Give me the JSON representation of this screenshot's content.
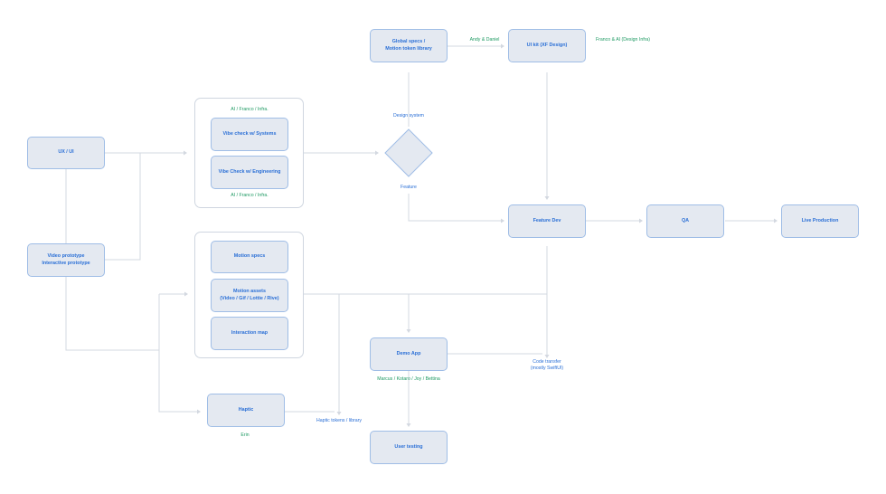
{
  "nodes": {
    "ux_ui": "UX / UI",
    "video_prototype": "Video prototype\nInteractive prototype",
    "vibe_systems": "Vibe check w/ Systems",
    "vibe_engineering": "Vibe Check w/ Engineering",
    "motion_specs": "Motion specs",
    "motion_assets": "Motion assets\n(Video / Gif / Lottie / Rive)",
    "interaction_map": "Interaction map",
    "haptic": "Haptic",
    "global_specs": "Global specs /\nMotion token library",
    "ui_kit": "UI kit (XF Design)",
    "feature_dev": "Feature Dev",
    "qa": "QA",
    "live_production": "Live Production",
    "demo_app": "Demo App",
    "user_testing": "User testing"
  },
  "labels": {
    "owners_top": "AI / Franco / Infra.",
    "owners_bottom": "AI / Franco / Infra.",
    "design_system": "Design system",
    "feature": "Feature",
    "andy_daniel": "Andy & Daniel",
    "franco_ai": "Franco & AI (Design Infra)",
    "code_transfer": "Code transfer\n(mostly SwiftUI)",
    "demo_owners": "Marcus / Kotaro / Joy / Bettina",
    "haptic_tokens": "Haptic tokens / library",
    "erin": "Erin"
  },
  "colors": {
    "node_fill": "#e4e9f1",
    "node_border": "#9fbde6",
    "node_text": "#2a6fd6",
    "owner_text": "#1f9a63",
    "connector": "#d3d8e0"
  }
}
